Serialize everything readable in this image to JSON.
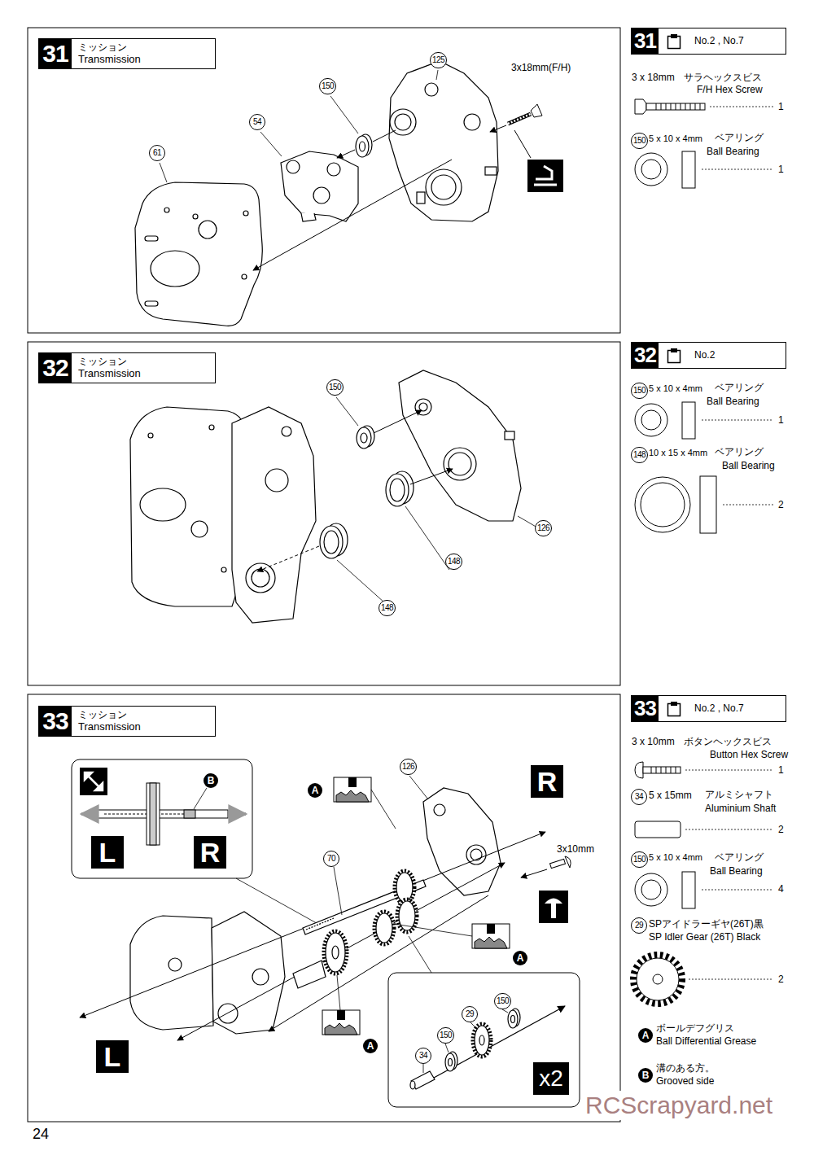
{
  "diagram": {
    "nodes": [
      {
        "text": [
          "31",
          "ミッション",
          "Transmission"
        ]
      },
      {
        "text": [
          "31",
          "No.2 , No.7"
        ]
      },
      {
        "text": [
          "32",
          "ミッション",
          "Transmission"
        ]
      },
      {
        "text": [
          "32",
          "No.2"
        ]
      },
      {
        "text": [
          "33",
          "ミッション",
          "Transmission"
        ]
      },
      {
        "text": [
          "33",
          "No.2 , No.7"
        ]
      }
    ],
    "labels": [
      "125",
      "150",
      "54",
      "61",
      "3x18mm(F/H)",
      "3 x 18mm",
      "サラヘックスビス",
      "F/H Hex Screw",
      "1",
      "150",
      "5 x 10 x 4mm",
      "ベアリング",
      "Ball Bearing",
      "1",
      "150",
      "126",
      "148",
      "148",
      "150",
      "5 x 10 x 4mm",
      "ベアリング",
      "Ball Bearing",
      "1",
      "148",
      "10 x 15 x 4mm",
      "ベアリング",
      "Ball Bearing",
      "2",
      "B",
      "L",
      "R",
      "A",
      "126",
      "R",
      "70",
      "3x10mm",
      "A",
      "A",
      "L",
      "x2",
      "150",
      "29",
      "150",
      "34",
      "3 x 10mm",
      "ボタンヘックスビス",
      "Button Hex Screw",
      "1",
      "34",
      "5 x 15mm",
      "アルミシャフト",
      "Aluminium Shaft",
      "2",
      "150",
      "5 x 10 x 4mm",
      "ベアリング",
      "Ball Bearing",
      "4",
      "29",
      "SPアイドラーギヤ(26T)黒",
      "SP Idler Gear (26T) Black",
      "2",
      "A",
      "ボールデフグリス",
      "Ball Differential Grease",
      "B",
      "溝のある方。",
      "Grooved side",
      "24",
      "RCScrapyard.net"
    ]
  }
}
